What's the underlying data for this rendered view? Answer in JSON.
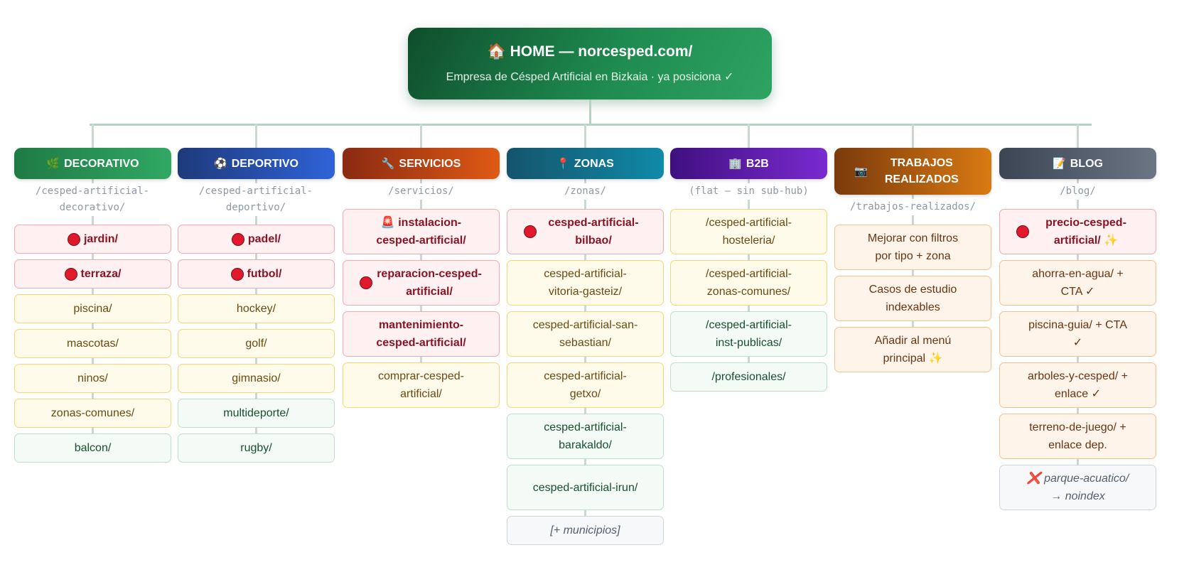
{
  "home": {
    "title": "🏠 HOME — norcesped.com/",
    "subtitle": "Empresa de Césped Artificial en Bizkaia · ya posiciona ✓",
    "colors": [
      "#0f4d2c",
      "#2ea463"
    ]
  },
  "legend_colors": {
    "hot": "#fff1f1",
    "warm": "#fffbea",
    "cool": "#f4fbf6",
    "orange": "#fff4ea",
    "grey": "#f6f8fa",
    "connector": "#b5d3c2"
  },
  "columns": [
    {
      "icon": "🌿",
      "icon_name": "herb-icon",
      "title": "DECORATIVO",
      "slug": "decorativo",
      "colors": [
        "#1f7a44",
        "#31a864"
      ],
      "path": "/cesped-artificial-decorativo/",
      "items": [
        {
          "label": "jardin/",
          "kind": "hot",
          "dot": true
        },
        {
          "label": "terraza/",
          "kind": "hot",
          "dot": true
        },
        {
          "label": "piscina/",
          "kind": "warm"
        },
        {
          "label": "mascotas/",
          "kind": "warm"
        },
        {
          "label": "ninos/",
          "kind": "warm"
        },
        {
          "label": "zonas-comunes/",
          "kind": "warm"
        },
        {
          "label": "balcon/",
          "kind": "cool"
        }
      ]
    },
    {
      "icon": "⚽",
      "icon_name": "soccer-ball-icon",
      "title": "DEPORTIVO",
      "slug": "deportivo",
      "colors": [
        "#1e3a7a",
        "#2f63d8"
      ],
      "path": "/cesped-artificial-deportivo/",
      "items": [
        {
          "label": "padel/",
          "kind": "hot",
          "dot": true
        },
        {
          "label": "futbol/",
          "kind": "hot",
          "dot": true
        },
        {
          "label": "hockey/",
          "kind": "warm"
        },
        {
          "label": "golf/",
          "kind": "warm"
        },
        {
          "label": "gimnasio/",
          "kind": "warm"
        },
        {
          "label": "multideporte/",
          "kind": "cool"
        },
        {
          "label": "rugby/",
          "kind": "cool"
        }
      ]
    },
    {
      "icon": "🔧",
      "icon_name": "wrench-icon",
      "title": "SERVICIOS",
      "slug": "servicios",
      "colors": [
        "#8a2a12",
        "#e05a14"
      ],
      "path": "/servicios/",
      "items": [
        {
          "label": "🚨 instalacion-cesped-artificial/",
          "kind": "hot"
        },
        {
          "label": "reparacion-cesped-artificial/",
          "kind": "hot",
          "dot": true
        },
        {
          "label": "mantenimiento-cesped-artificial/",
          "kind": "hot"
        },
        {
          "label": "comprar-cesped-artificial/",
          "kind": "warm"
        }
      ]
    },
    {
      "icon": "📍",
      "icon_name": "pin-icon",
      "title": "ZONAS",
      "slug": "zonas",
      "colors": [
        "#15546c",
        "#0f8aa8"
      ],
      "path": "/zonas/",
      "items": [
        {
          "label": "cesped-artificial-bilbao/",
          "kind": "hot",
          "dot": true
        },
        {
          "label": "cesped-artificial-vitoria-gasteiz/",
          "kind": "warm"
        },
        {
          "label": "cesped-artificial-san-sebastian/",
          "kind": "warm"
        },
        {
          "label": "cesped-artificial-getxo/",
          "kind": "warm"
        },
        {
          "label": "cesped-artificial-barakaldo/",
          "kind": "cool"
        },
        {
          "label": "cesped-artificial-irun/",
          "kind": "cool"
        },
        {
          "label": "[+ municipios]",
          "kind": "grey"
        }
      ]
    },
    {
      "icon": "🏢",
      "icon_name": "office-building-icon",
      "title": "B2B",
      "slug": "b2b",
      "colors": [
        "#3f1080",
        "#7a2ad0"
      ],
      "path": "(flat — sin sub-hub)",
      "items": [
        {
          "label": "/cesped-artificial-hosteleria/",
          "kind": "warm"
        },
        {
          "label": "/cesped-artificial-zonas-comunes/",
          "kind": "warm"
        },
        {
          "label": "/cesped-artificial-inst-publicas/",
          "kind": "cool"
        },
        {
          "label": "/profesionales/",
          "kind": "cool"
        }
      ]
    },
    {
      "icon": "📷",
      "icon_name": "camera-icon",
      "title": "TRABAJOS REALIZADOS",
      "slug": "trabajos",
      "colors": [
        "#7a3a0c",
        "#d97a12"
      ],
      "path": "/trabajos-realizados/",
      "items": [
        {
          "label": "Mejorar con filtros por tipo + zona",
          "kind": "orange"
        },
        {
          "label": "Casos de estudio indexables",
          "kind": "orange"
        },
        {
          "label": "Añadir al menú principal ✨",
          "kind": "orange"
        }
      ]
    },
    {
      "icon": "📝",
      "icon_name": "memo-icon",
      "title": "BLOG",
      "slug": "blog",
      "colors": [
        "#3b4554",
        "#6b7583"
      ],
      "path": "/blog/",
      "items": [
        {
          "label": "precio-cesped-artificial/ ✨",
          "kind": "hot",
          "dot": true
        },
        {
          "label": "ahorra-en-agua/ + CTA ✓",
          "kind": "orange"
        },
        {
          "label": "piscina-guia/ + CTA ✓",
          "kind": "orange"
        },
        {
          "label": "arboles-y-cesped/ + enlace ✓",
          "kind": "orange"
        },
        {
          "label": "terreno-de-juego/ + enlace dep.",
          "kind": "orange"
        },
        {
          "label": "❌ parque-acuatico/ → noindex",
          "kind": "grey"
        }
      ]
    }
  ]
}
